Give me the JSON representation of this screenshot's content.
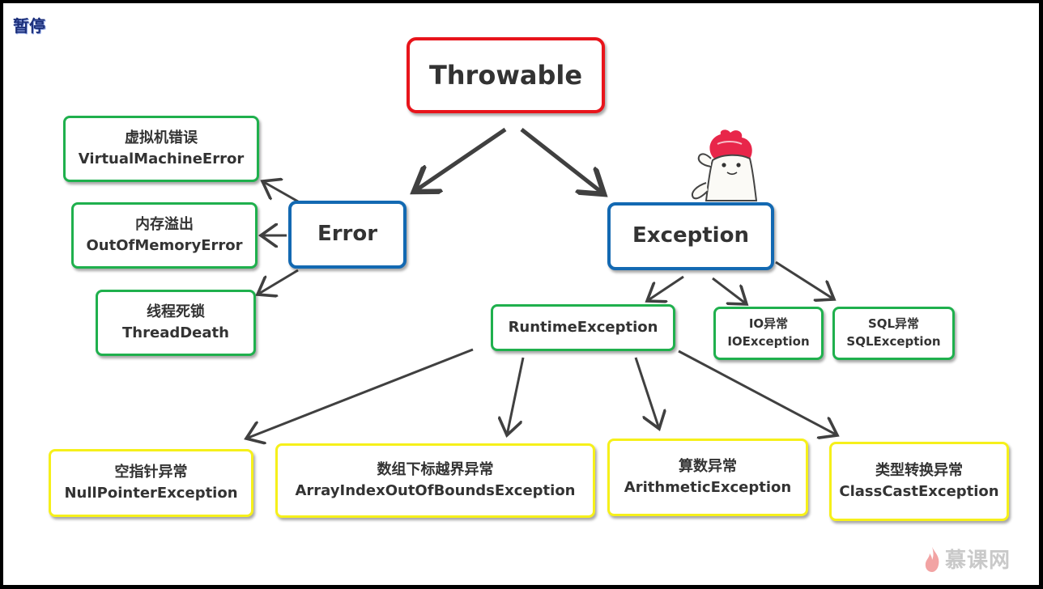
{
  "overlay": {
    "status": "暂停"
  },
  "root": {
    "label": "Throwable"
  },
  "error": {
    "label": "Error"
  },
  "exception": {
    "label": "Exception"
  },
  "error_children": [
    {
      "zh": "虚拟机错误",
      "en": "VirtualMachineError"
    },
    {
      "zh": "内存溢出",
      "en": "OutOfMemoryError"
    },
    {
      "zh": "线程死锁",
      "en": "ThreadDeath"
    }
  ],
  "exception_children": {
    "runtime": {
      "label": "RuntimeException"
    },
    "io": {
      "zh": "IO异常",
      "en": "IOException"
    },
    "sql": {
      "zh": "SQL异常",
      "en": "SQLException"
    }
  },
  "runtime_children": [
    {
      "zh": "空指针异常",
      "en": "NullPointerException"
    },
    {
      "zh": "数组下标越界异常",
      "en": "ArrayIndexOutOfBoundsException"
    },
    {
      "zh": "算数异常",
      "en": "ArithmeticException"
    },
    {
      "zh": "类型转换异常",
      "en": "ClassCastException"
    }
  ],
  "colors": {
    "root": "#e8141b",
    "level1": "#1369b2",
    "level2": "#1fb04d",
    "level3": "#f6f01a",
    "arrow": "#404040"
  },
  "watermark": {
    "text": "慕课网",
    "icon": "flame-icon"
  }
}
